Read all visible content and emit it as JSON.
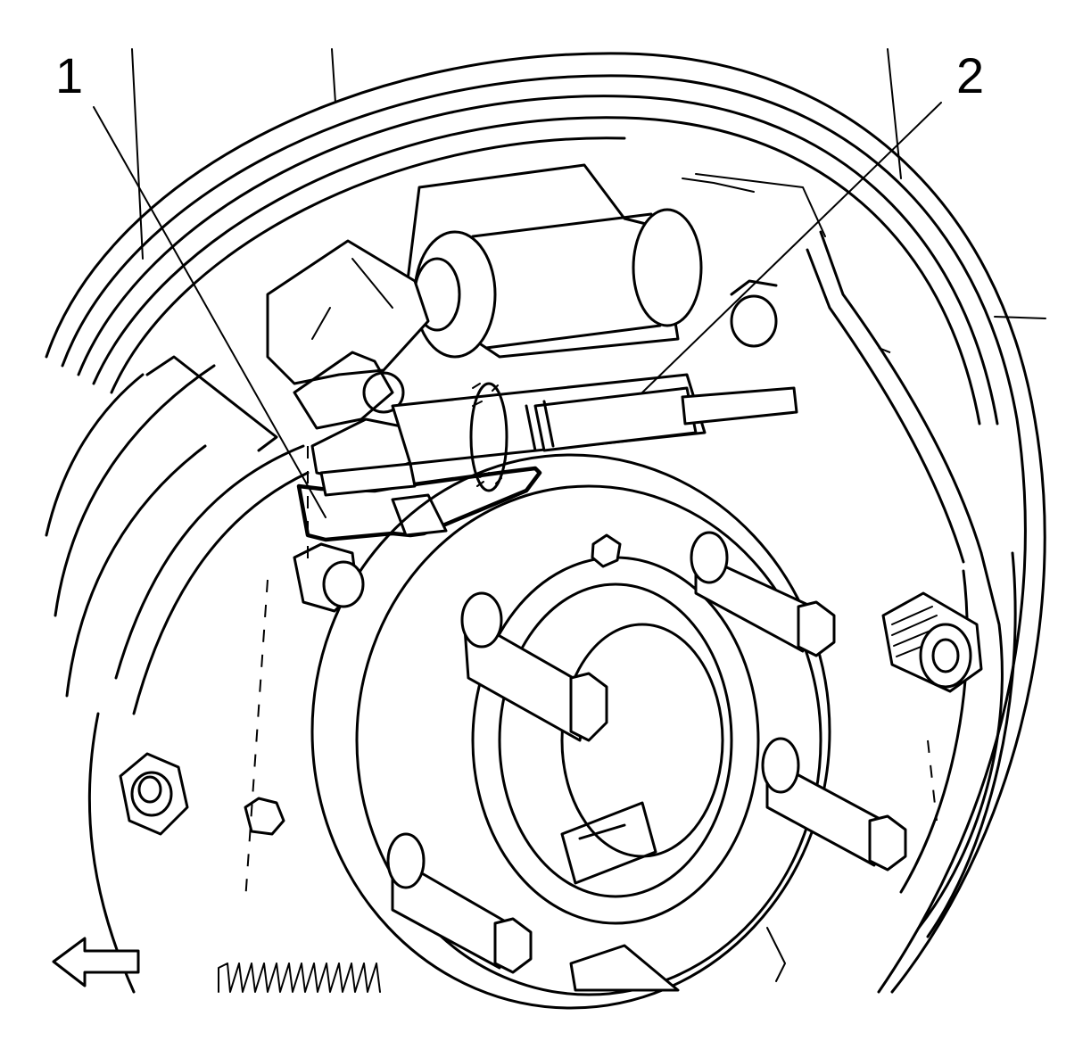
{
  "callouts": [
    {
      "id": "1",
      "label": "1"
    },
    {
      "id": "2",
      "label": "2"
    }
  ],
  "icons": {
    "direction_arrow": "left-arrow-icon"
  }
}
